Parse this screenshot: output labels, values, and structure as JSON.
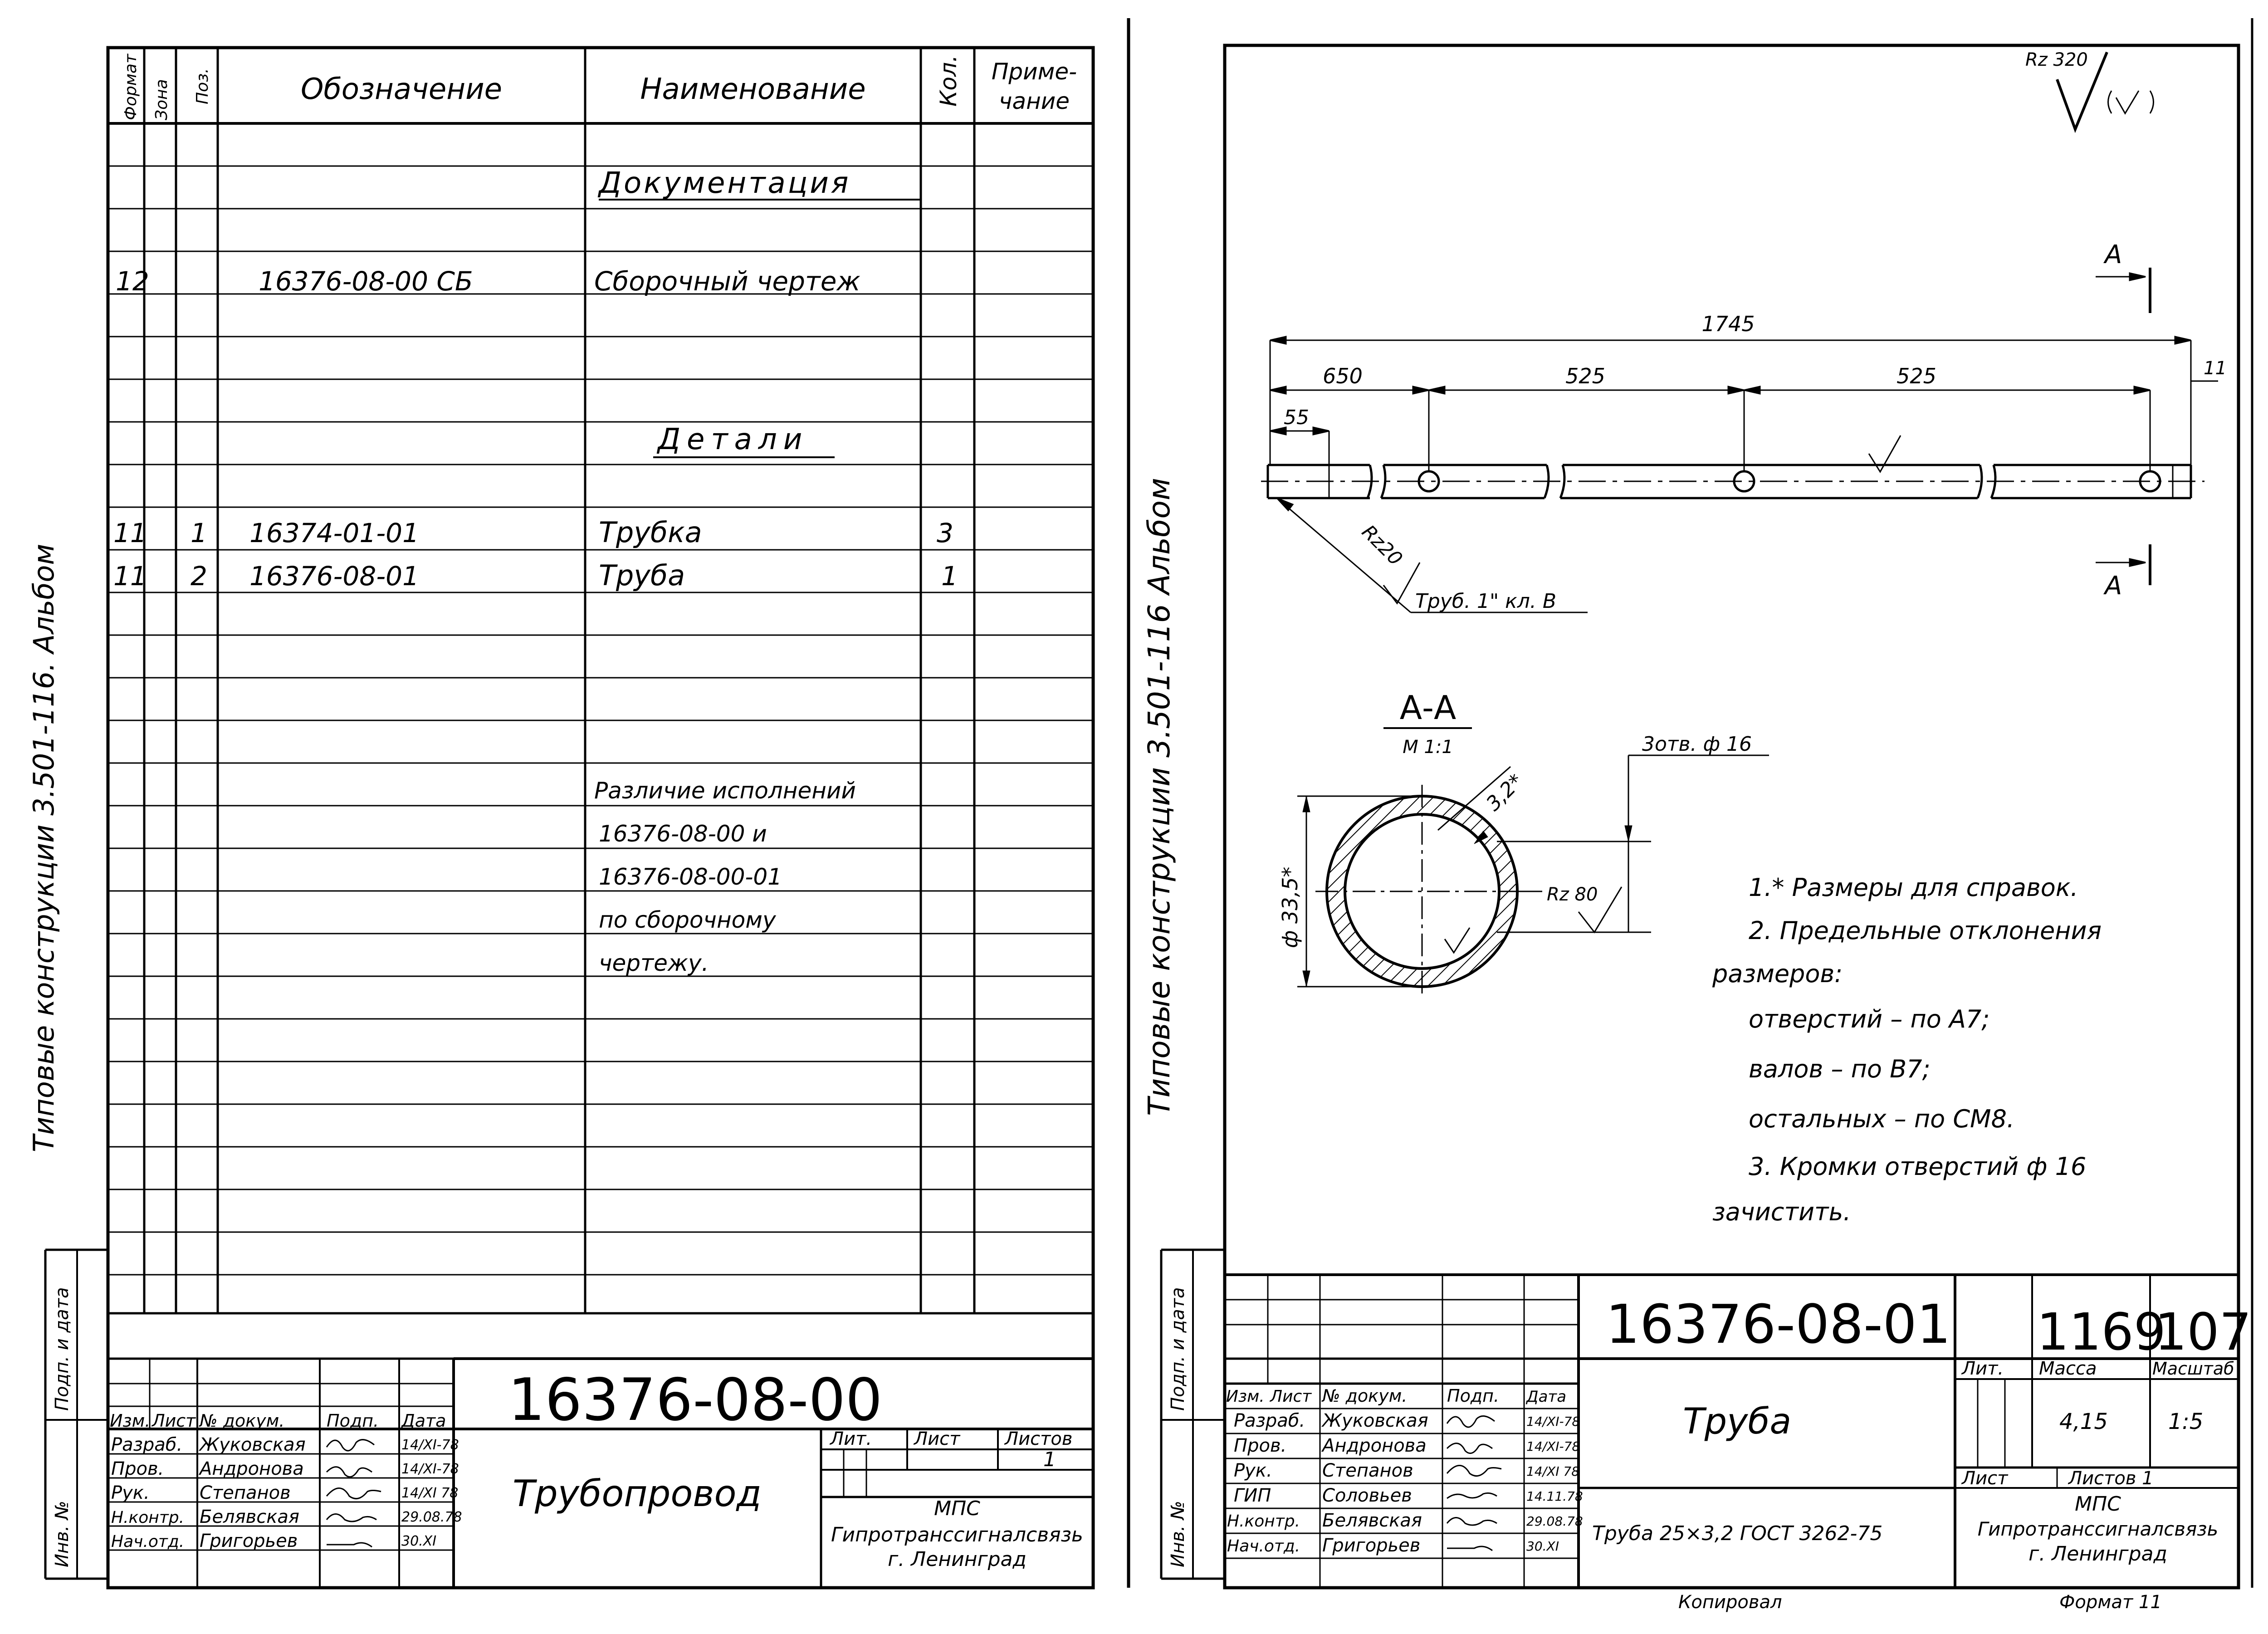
{
  "left_sheet": {
    "margin_text": "Типовые конструкции 3.501-116. Альбом",
    "headers": {
      "format": "Формат",
      "zone": "Зона",
      "pos": "Поз.",
      "designation": "Обозначение",
      "name": "Наименование",
      "qty": "Кол.",
      "note": "Примечание"
    },
    "note_header_l1": "Приме-",
    "note_header_l2": "чание",
    "section_docs": "Документация",
    "section_parts": "Детали",
    "rows": [
      {
        "format": "12",
        "zone": "",
        "pos": "",
        "designation": "16376-08-00 СБ",
        "name": "Сборочный чертеж",
        "qty": ""
      },
      {
        "format": "11",
        "zone": "",
        "pos": "1",
        "designation": "16374-01-01",
        "name": "Трубка",
        "qty": "3"
      },
      {
        "format": "11",
        "zone": "",
        "pos": "2",
        "designation": "16376-08-01",
        "name": "Труба",
        "qty": "1"
      }
    ],
    "notes_lines": [
      "Различие исполнений",
      "16376-08-00 и",
      "16376-08-00-01",
      "по сборочному",
      "чертежу."
    ],
    "stamp": {
      "doc_number": "16376-08-00",
      "title": "Трубопровод",
      "col_headers": [
        "Изм.",
        "Лист",
        "№ докум.",
        "Подп.",
        "Дата"
      ],
      "roles": [
        "Разраб.",
        "Пров.",
        "Рук.",
        "Н.контр.",
        "Нач.отд."
      ],
      "names": [
        "Жуковская",
        "Андронова",
        "Степанов",
        "Белявская",
        "Григорьев"
      ],
      "lit_label": "Лит.",
      "sheet_label": "Лист",
      "sheets_label": "Листов",
      "sheets_value": "1",
      "org1": "МПС",
      "org2": "Гипротранссигналсвязь",
      "org3": "г. Ленинград"
    },
    "side_labels": [
      "Подп. и дата",
      "Инв. №"
    ]
  },
  "right_sheet": {
    "margin_text": "Типовые конструкции 3.501-116 Альбом",
    "roughness_general": "Rz 320",
    "dims": {
      "total": "1745",
      "d650": "650",
      "d525a": "525",
      "d525b": "525",
      "d11": "11",
      "d55": "55"
    },
    "section_label": "А",
    "section_title": "А-А",
    "section_scale": "М 1:1",
    "rz20": "Rz20",
    "thread_label": "Труб. 1\" кл. В",
    "holes_label": "3отв. ф 16",
    "diameter": "ф 33,5*",
    "wall": "3,2*",
    "rz80": "Rz 80",
    "notes": [
      "1.* Размеры для справок.",
      "2. Предельные отклонения",
      "размеров:",
      "отверстий    – по А7;",
      "валов          – по В7;",
      "остальных   – по СМ8.",
      "3. Кромки отверстий ф 16",
      "зачистить."
    ],
    "stamp": {
      "doc_number": "16376-08-01",
      "corner_a": "1169",
      "corner_b": "107",
      "title": "Труба",
      "material": "Труба 25×3,2 ГОСТ 3262-75",
      "col_headers": [
        "Изм.",
        "Лист",
        "№ докум.",
        "Подп.",
        "Дата"
      ],
      "roles": [
        "Разраб.",
        "Пров.",
        "Рук.",
        "ГИП",
        "Н.контр.",
        "Нач.отд."
      ],
      "names": [
        "Жуковская",
        "Андронова",
        "Степанов",
        "Соловьев",
        "Белявская",
        "Григорьев"
      ],
      "lit_label": "Лит.",
      "mass_label": "Масса",
      "scale_label": "Масштаб",
      "mass_value": "4,15",
      "scale_value": "1:5",
      "sheet_label": "Лист",
      "sheets_label": "Листов 1",
      "org1": "МПС",
      "org2": "Гипротранссигналсвязь",
      "org3": "г. Ленинград",
      "bottom_left": "Копировал",
      "bottom_right": "Формат 11"
    },
    "side_labels": [
      "Подп. и дата",
      "Инв. №"
    ]
  }
}
